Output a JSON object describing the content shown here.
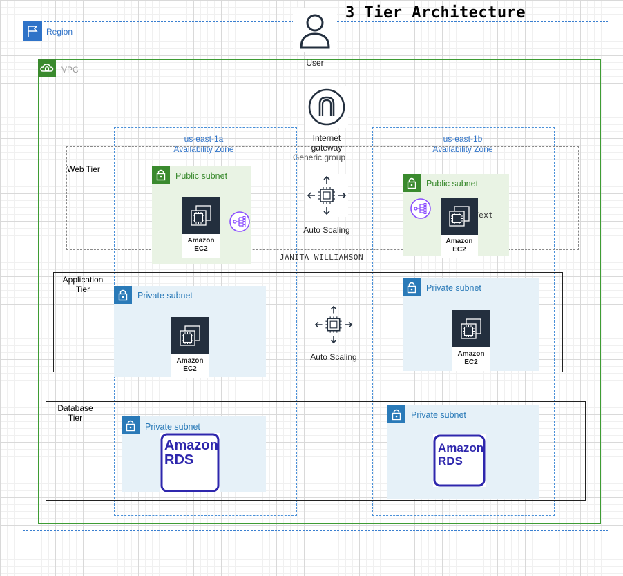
{
  "title": "3 Tier Architecture",
  "region": {
    "label": "Region"
  },
  "vpc": {
    "label": "VPC"
  },
  "user": {
    "label": "User"
  },
  "internet_gateway": {
    "label_line1": "Internet",
    "label_line2": "gateway"
  },
  "generic_group": {
    "label": "Generic group"
  },
  "availability_zones": [
    {
      "name": "us-east-1a",
      "label": "Availability Zone"
    },
    {
      "name": "us-east-1b",
      "label": "Availability Zone"
    }
  ],
  "tiers": {
    "web": {
      "label": "Web Tier"
    },
    "application": {
      "label_line1": "Application",
      "label_line2": "Tier"
    },
    "database": {
      "label_line1": "Database",
      "label_line2": "Tier"
    }
  },
  "subnets": {
    "public": "Public subnet",
    "private": "Private subnet"
  },
  "ec2": {
    "line1": "Amazon",
    "line2": "EC2"
  },
  "rds": {
    "line1": "Amazon",
    "line2": "RDS"
  },
  "auto_scaling": {
    "label": "Auto Scaling"
  },
  "stray_text": "Text",
  "author": "JANITA WILLIAMSON",
  "colors": {
    "region": "#2f73c8",
    "vpc": "#3e9c34",
    "public_subnet_bg": "#e9f3e4",
    "private_subnet_bg": "#e6f1f8",
    "ec2_bg": "#232f3e",
    "rds": "#2e27ad",
    "elb": "#8c4fff"
  },
  "icons": [
    "region-flag-icon",
    "vpc-cloud-icon",
    "user-icon",
    "internet-gateway-icon",
    "lock-icon",
    "ec2-icon",
    "load-balancer-icon",
    "auto-scaling-icon",
    "rds-icon"
  ]
}
